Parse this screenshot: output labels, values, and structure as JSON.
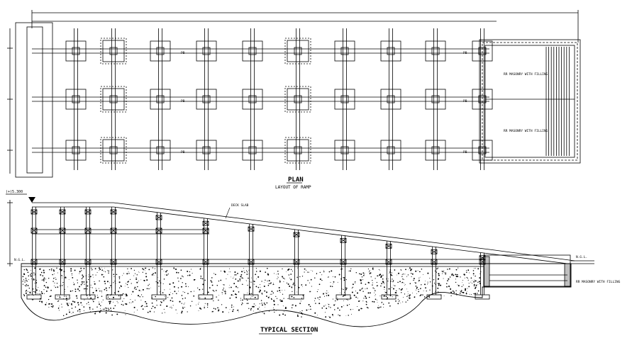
{
  "drawing": {
    "plan_title": "PLAN",
    "plan_subtitle": "LAYOUT OF RAMP",
    "section_title": "TYPICAL SECTION",
    "level_top": "(+)5.300",
    "deck_slab": "DECK SLAB",
    "ngl_left": "N.G.L.",
    "ngl_right": "N.G.L.",
    "masonry_plan_1": "RR MASONRY WITH FILLING",
    "masonry_plan_2": "RR MASONRY WITH FILLING",
    "masonry_section": "RR MASONRY WITH FILLING",
    "pb_label": "PB"
  },
  "colors": {
    "line": "#000000",
    "background": "#ffffff"
  }
}
